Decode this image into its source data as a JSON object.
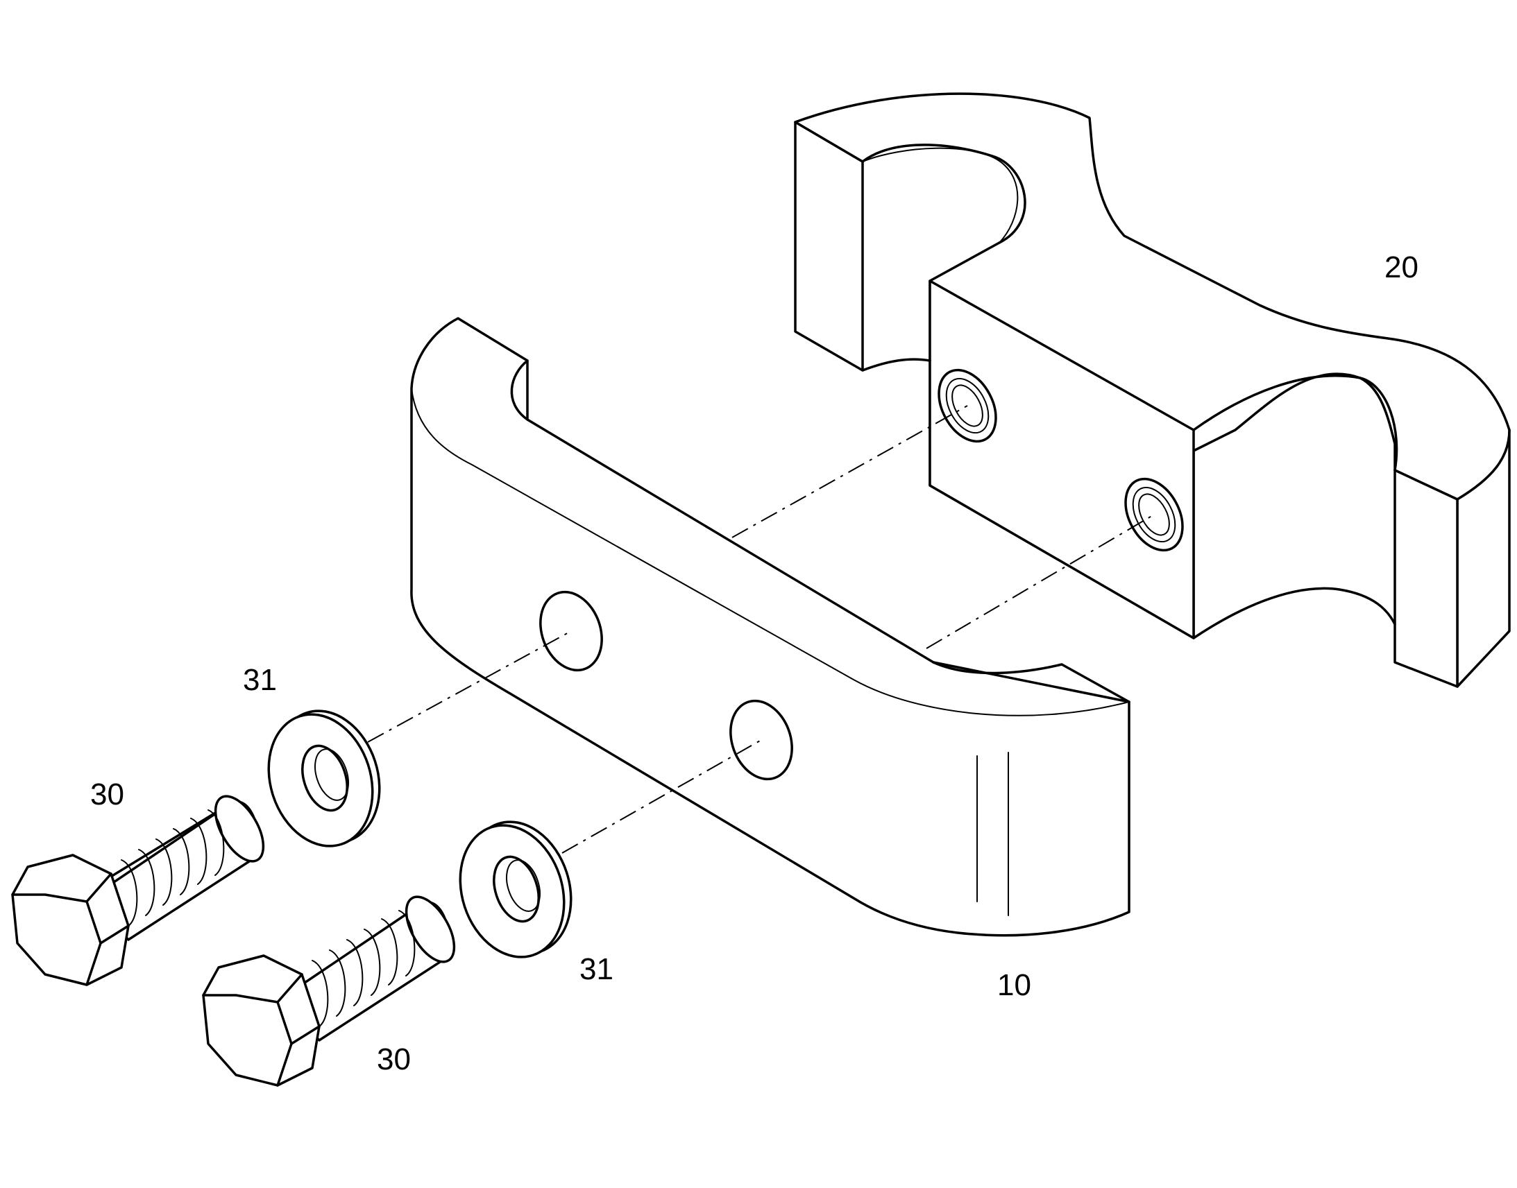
{
  "labels": {
    "part_20": "20",
    "part_10": "10",
    "washer_upper": "31",
    "washer_lower": "31",
    "bolt_upper": "30",
    "bolt_lower": "30"
  }
}
